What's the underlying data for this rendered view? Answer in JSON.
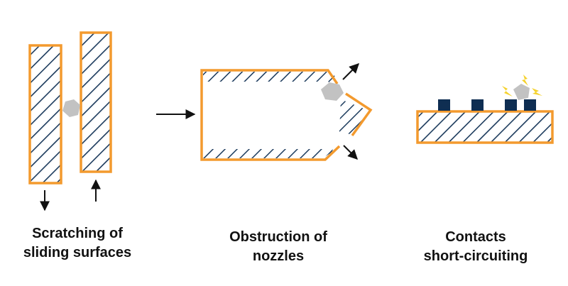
{
  "colors": {
    "frame": "#F39A2E",
    "hatch": "#1B3A5C",
    "particle": "#C2C2C2",
    "contact": "#0F2E52",
    "spark": "#F5D22E",
    "arrow": "#111111"
  },
  "panels": [
    {
      "id": "scratching",
      "caption_lines": [
        "Scratching of",
        "sliding surfaces"
      ]
    },
    {
      "id": "nozzle",
      "caption_lines": [
        "Obstruction of",
        "nozzles"
      ]
    },
    {
      "id": "contacts",
      "caption_lines": [
        "Contacts",
        "short-circuiting"
      ]
    }
  ]
}
